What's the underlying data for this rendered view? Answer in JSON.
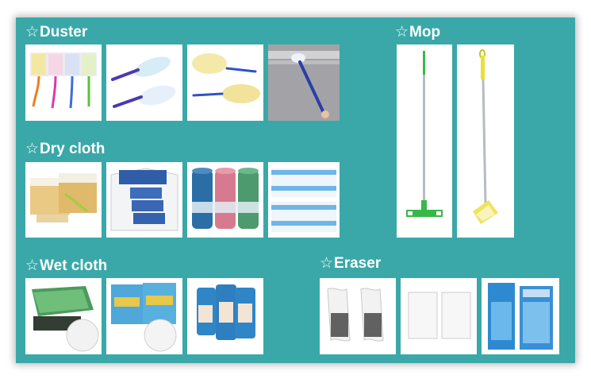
{
  "sections": {
    "duster": {
      "star": "☆",
      "title": "Duster"
    },
    "mop": {
      "star": "☆",
      "title": "Mop"
    },
    "drycloth": {
      "star": "☆",
      "title": "Dry cloth"
    },
    "wetcloth": {
      "star": "☆",
      "title": "Wet cloth"
    },
    "eraser": {
      "star": "☆",
      "title": "Eraser"
    }
  },
  "colors": {
    "panel": "#3aa8a8",
    "heading": "#ffffff",
    "tile": "#ffffff"
  }
}
